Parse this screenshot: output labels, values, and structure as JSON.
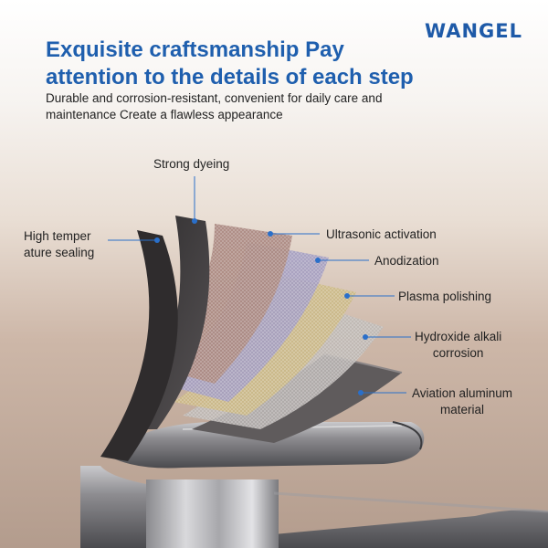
{
  "brand": {
    "name": "WANGEL"
  },
  "headline": {
    "line1": "Exquisite craftsmanship Pay",
    "line2": "attention to the details of each step"
  },
  "subtitle": {
    "line1": "Durable and corrosion-resistant, convenient for daily care and",
    "line2": "maintenance Create a flawless appearance"
  },
  "layers": {
    "strong_dyeing": "Strong dyeing",
    "sealing_line1": "High temper",
    "sealing_line2": "ature sealing",
    "ultrasonic": "Ultrasonic activation",
    "anodization": "Anodization",
    "plasma": "Plasma polishing",
    "hydroxide_line1": "Hydroxide alkali",
    "hydroxide_line2": "corrosion",
    "aluminum_line1": "Aviation aluminum",
    "aluminum_line2": "material"
  },
  "colors": {
    "accent": "#1f5fae",
    "pointer": "#2a6fc9",
    "text": "#222222"
  }
}
